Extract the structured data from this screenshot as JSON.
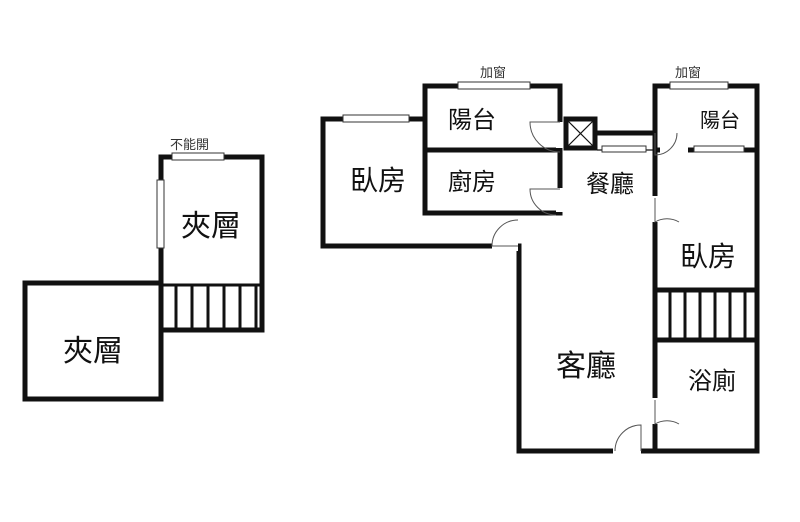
{
  "labels": {
    "mezz_top": "夾層",
    "mezz_bottom": "夾層",
    "no_open": "不能開",
    "bedroom_left": "臥房",
    "balcony_left": "陽台",
    "kitchen": "廚房",
    "window_add_left": "加窗",
    "dining": "餐廳",
    "window_add_right": "加窗",
    "balcony_right": "陽台",
    "bedroom_right": "臥房",
    "living": "客廳",
    "bathroom": "浴廁"
  },
  "colors": {
    "wall": "#111111",
    "text": "#111111"
  }
}
